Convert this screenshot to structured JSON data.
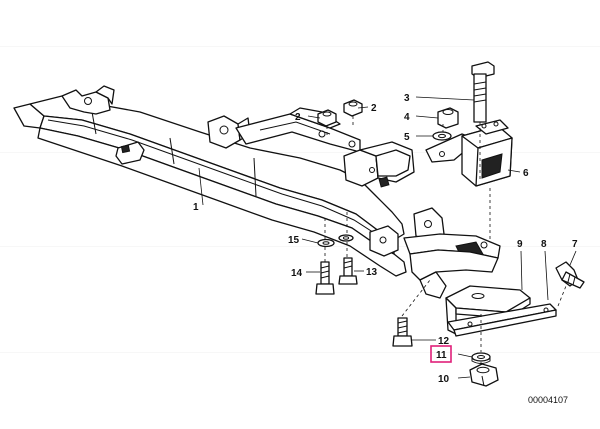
{
  "diagram": {
    "watermark": "",
    "code": "00004107",
    "highlighted_label": "11",
    "callouts": [
      {
        "id": "1",
        "label": "1"
      },
      {
        "id": "2",
        "label": "2"
      },
      {
        "id": "3",
        "label": "3"
      },
      {
        "id": "4",
        "label": "4"
      },
      {
        "id": "5",
        "label": "5"
      },
      {
        "id": "6",
        "label": "6"
      },
      {
        "id": "7",
        "label": "7"
      },
      {
        "id": "8",
        "label": "8"
      },
      {
        "id": "9",
        "label": "9"
      },
      {
        "id": "10",
        "label": "10"
      },
      {
        "id": "11",
        "label": "11"
      },
      {
        "id": "12",
        "label": "12"
      },
      {
        "id": "13",
        "label": "13"
      },
      {
        "id": "14",
        "label": "14"
      },
      {
        "id": "15",
        "label": "15"
      }
    ]
  }
}
